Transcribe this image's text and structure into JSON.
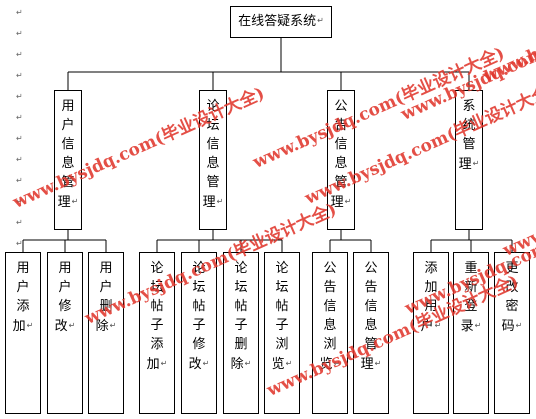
{
  "diagram": {
    "root": "在线答疑系统",
    "modules": [
      {
        "label": "用户信息管理",
        "children": [
          "用户添加",
          "用户修改",
          "用户删除"
        ]
      },
      {
        "label": "论坛信息管理",
        "children": [
          "论坛帖子添加",
          "论坛帖子修改",
          "论坛帖子删除",
          "论坛帖子浏览"
        ]
      },
      {
        "label": "公告信息管理",
        "children": [
          "公告信息浏览",
          "公告信息管理"
        ]
      },
      {
        "label": "系统管理",
        "children": [
          "添加用户",
          "重新登录",
          "更改密码"
        ]
      }
    ]
  },
  "return_mark": "↵",
  "watermark": {
    "text": "www.bysjdq.com(毕业设计大全)",
    "color": "#e1372d"
  }
}
